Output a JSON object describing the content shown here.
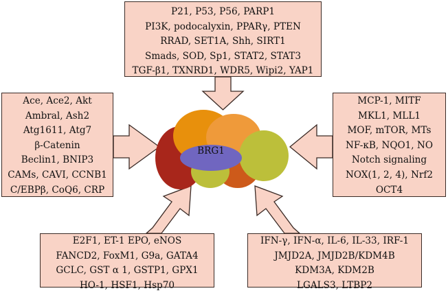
{
  "center": {
    "label": "BRG1"
  },
  "boxes": {
    "top": [
      "P21, P53, P56, PARP1",
      "PI3K, podocalyxin, PPARγ, PTEN",
      "RRAD, SET1A, Shh, SIRT1",
      "Smads, SOD, Sp1, STAT2, STAT3",
      "TGF-β1, TXNRD1, WDR5, Wipi2, YAP1"
    ],
    "left": [
      "Ace, Ace2, Akt",
      "Ambral, Ash2",
      "Atg1611, Atg7",
      "β-Catenin",
      "Beclin1, BNIP3",
      "CAMs, CAVI, CCNB1",
      "C/EBPβ, CoQ6, CRP"
    ],
    "right": [
      "MCP-1, MITF",
      "MKL1, MLL1",
      "MOF, mTOR, MTs",
      "NF-κB, NQO1, NO",
      "Notch signaling",
      "NOX(1, 2, 4), Nrf2",
      "OCT4"
    ],
    "bottom_left": [
      "E2F1, ET-1 EPO, eNOS",
      "FANCD2, FoxM1, G9a, GATA4",
      "GCLC, GST α 1, GSTP1, GPX1",
      "HO-1, HSF1, Hsp70"
    ],
    "bottom_right": [
      "IFN-γ, IFN-α, IL-6, IL-33, IRF-1",
      "JMJD2A, JMJD2B/KDM4B",
      "KDM3A, KDM2B",
      "LGALS3, LTBP2"
    ]
  },
  "colors": {
    "box_fill": "#f9d3c6",
    "blob_dark_red": "#a8261b",
    "blob_orange": "#e8900c",
    "blob_light_orange": "#ef9a3a",
    "blob_olive": "#bcbf3a",
    "blob_rust": "#cd5a1a",
    "blob_purple": "#7066c0"
  }
}
